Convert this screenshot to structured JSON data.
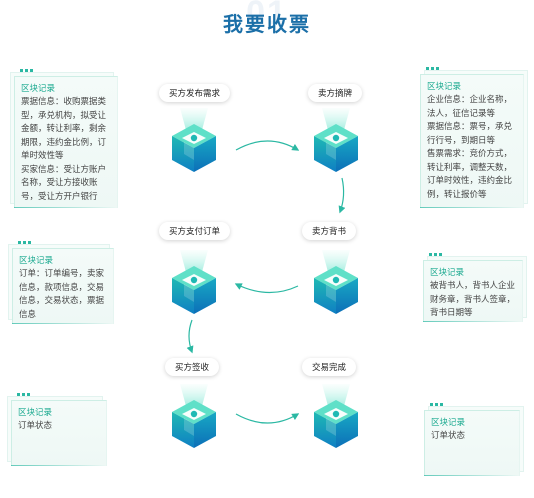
{
  "page": {
    "bg_number": "01",
    "title": "我要收票"
  },
  "steps": [
    {
      "label": "买方发布需求"
    },
    {
      "label": "卖方摘牌"
    },
    {
      "label": "买方支付订单"
    },
    {
      "label": "卖方背书"
    },
    {
      "label": "买方签收"
    },
    {
      "label": "交易完成"
    }
  ],
  "records": [
    {
      "title": "区块记录",
      "text": "票据信息：收购票据类\n型，承兑机构，拟受让\n金额，转让利率，剩余\n期限，违约金比例，订\n单时效性等\n买家信息：受让方账户\n名称，受让方接收账\n号，受让方开户银行"
    },
    {
      "title": "区块记录",
      "text": "企业信息：企业名称，\n法人，征信记录等\n票据信息：票号，承兑\n行行号，到期日等\n售票需求：竞价方式，\n转让利率，调整天数，\n订单时效性，违约金比\n例，转让报价等"
    },
    {
      "title": "区块记录",
      "text": "订单：订单编号，卖家\n信息，款项信息，交易\n信息，交易状态，票据\n信息"
    },
    {
      "title": "区块记录",
      "text": "被背书人，背书人企业\n财务章，背书人签章，\n背书日期等"
    },
    {
      "title": "区块记录",
      "text": "订单状态"
    },
    {
      "title": "区块记录",
      "text": "订单状态"
    }
  ],
  "colors": {
    "accent": "#1b6fa8",
    "teal": "#2bb8a3",
    "cube_top": "#5fe0c8",
    "cube_side_light": "#1fb9b4",
    "cube_side_dark": "#0f7fc3"
  }
}
